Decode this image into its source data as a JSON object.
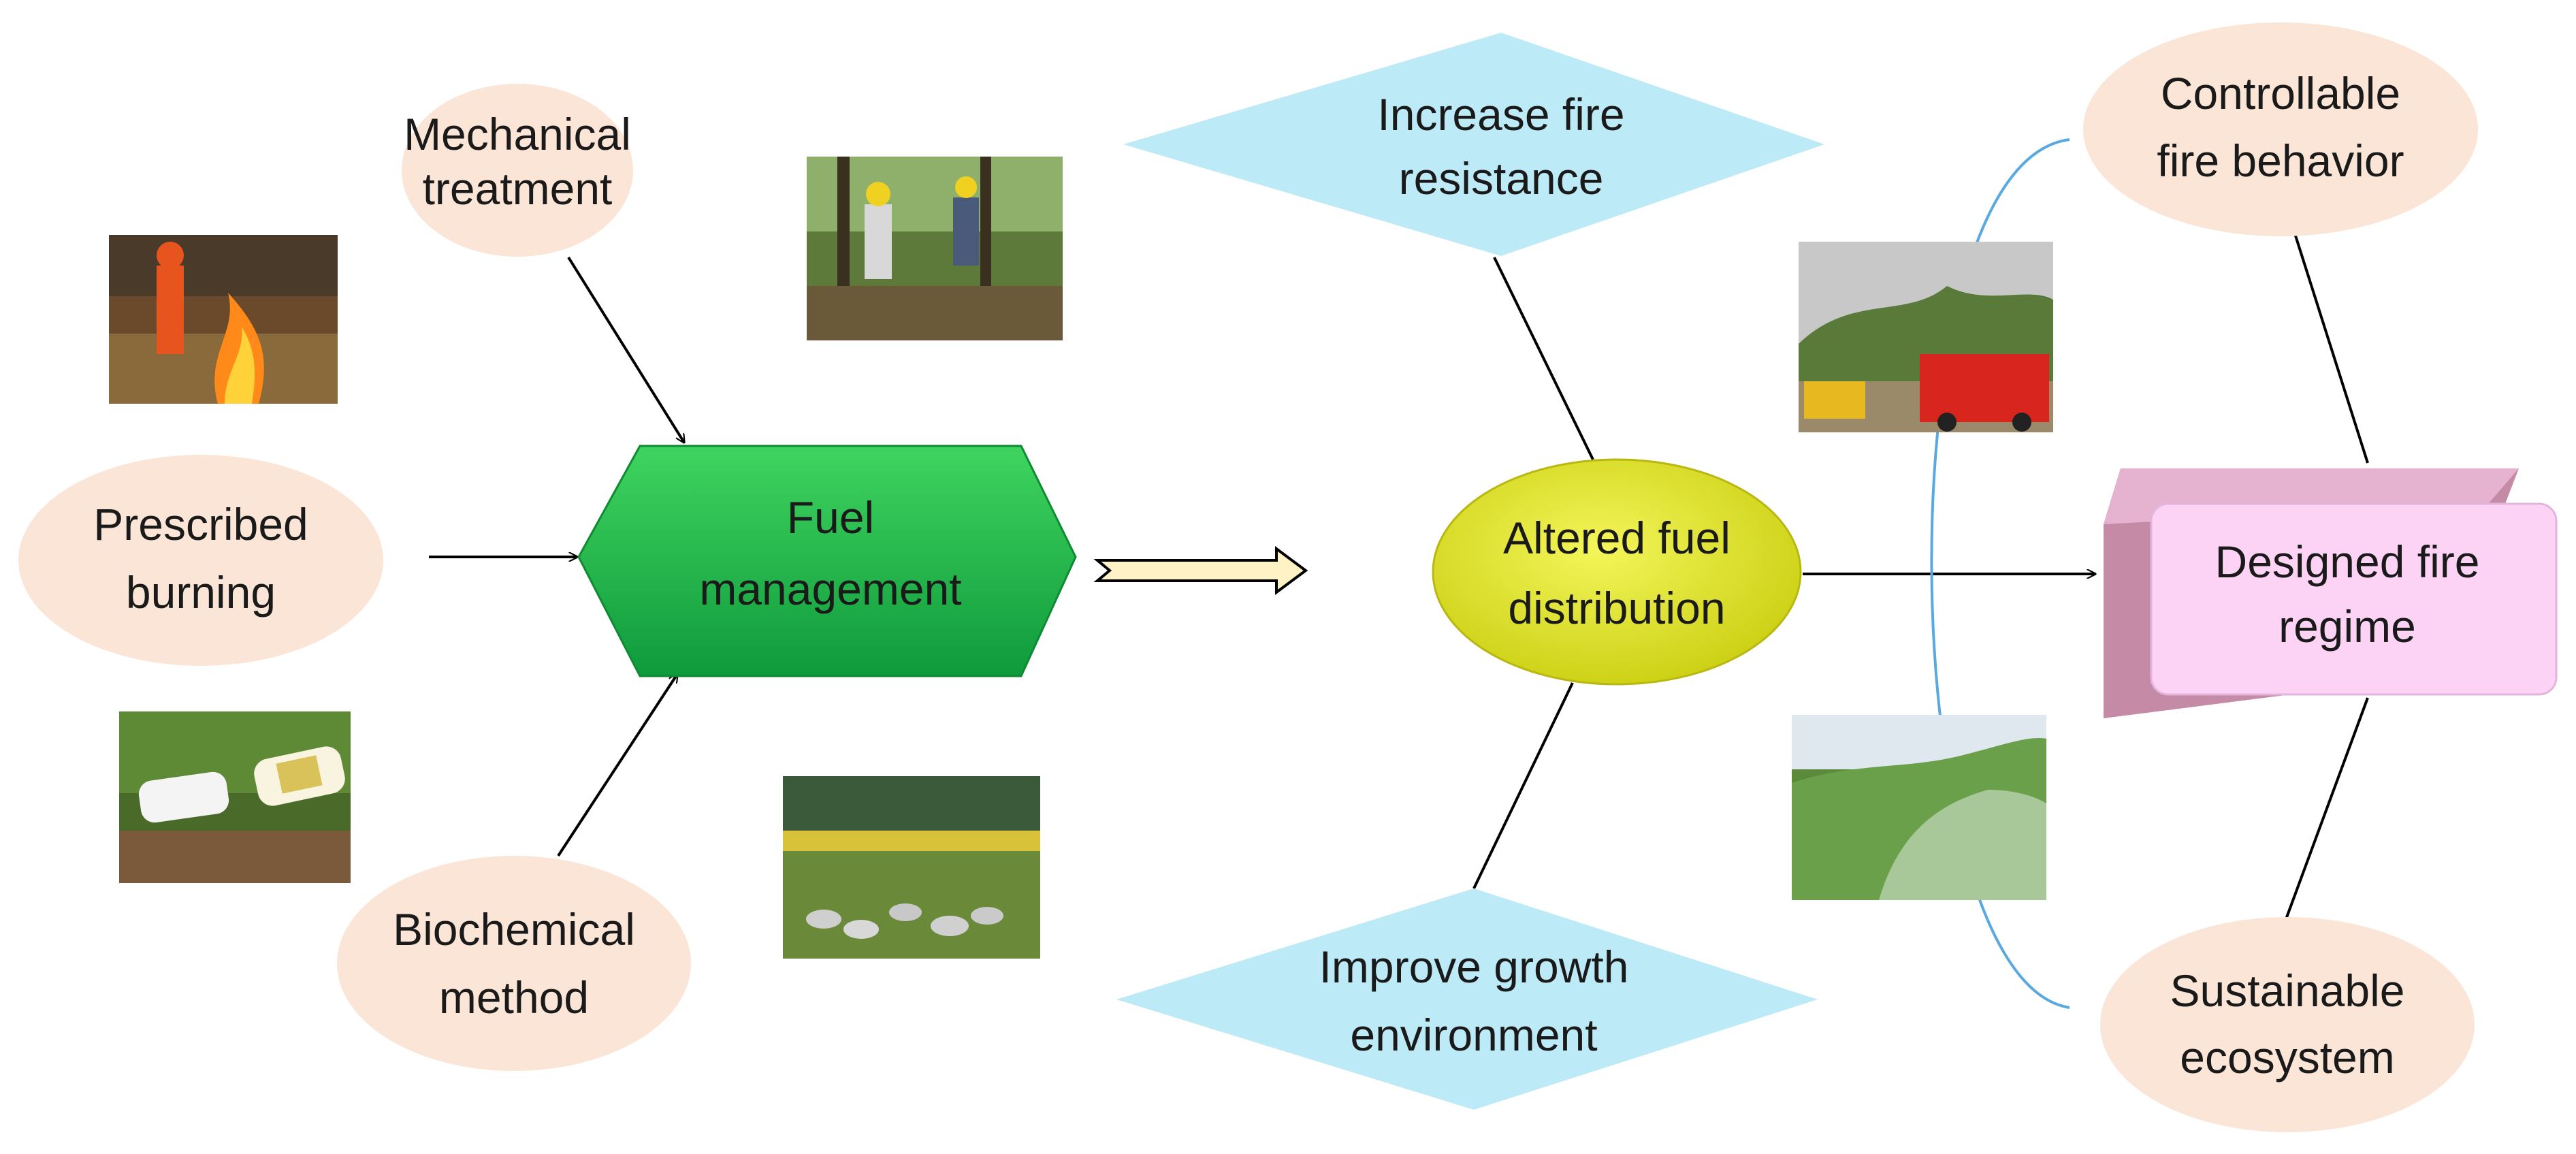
{
  "nodes": {
    "mechanical_treatment": {
      "line1": "Mechanical",
      "line2": "treatment"
    },
    "prescribed_burning": {
      "line1": "Prescribed",
      "line2": "burning"
    },
    "biochemical_method": {
      "line1": "Biochemical",
      "line2": "method"
    },
    "fuel_management": {
      "line1": "Fuel",
      "line2": "management"
    },
    "altered_fuel_distribution": {
      "line1": "Altered fuel",
      "line2": "distribution"
    },
    "increase_fire_resistance": {
      "line1": "Increase fire",
      "line2": "resistance"
    },
    "improve_growth_environment": {
      "line1": "Improve growth",
      "line2": "environment"
    },
    "controllable_fire_behavior": {
      "line1": "Controllable",
      "line2": "fire behavior"
    },
    "sustainable_ecosystem": {
      "line1": "Sustainable",
      "line2": "ecosystem"
    },
    "designed_fire_regime": {
      "line1": "Designed fire",
      "line2": "regime"
    }
  },
  "photos": [
    {
      "name": "prescribed-burning-photo",
      "subject": "firefighter in orange suit conducting prescribed burn"
    },
    {
      "name": "mechanical-treatment-photo",
      "subject": "workers clearing fuel in forest"
    },
    {
      "name": "biochemical-photo",
      "subject": "chemical bottles in grass"
    },
    {
      "name": "grazing-photo",
      "subject": "sheep grazing in meadow"
    },
    {
      "name": "wildfire-photo",
      "subject": "wildfire smoke with fire engines"
    },
    {
      "name": "ecosystem-photo",
      "subject": "green forested hillside"
    }
  ],
  "colors": {
    "ellipse_fill": "#fbe5d6",
    "diamond_fill": "#bdeaf7",
    "hexagon_fill": "#17b24a",
    "altered_fill": "#e3e81a",
    "regime_fill": "#fcd3f5",
    "bracket_stroke": "#5aa8e0"
  }
}
